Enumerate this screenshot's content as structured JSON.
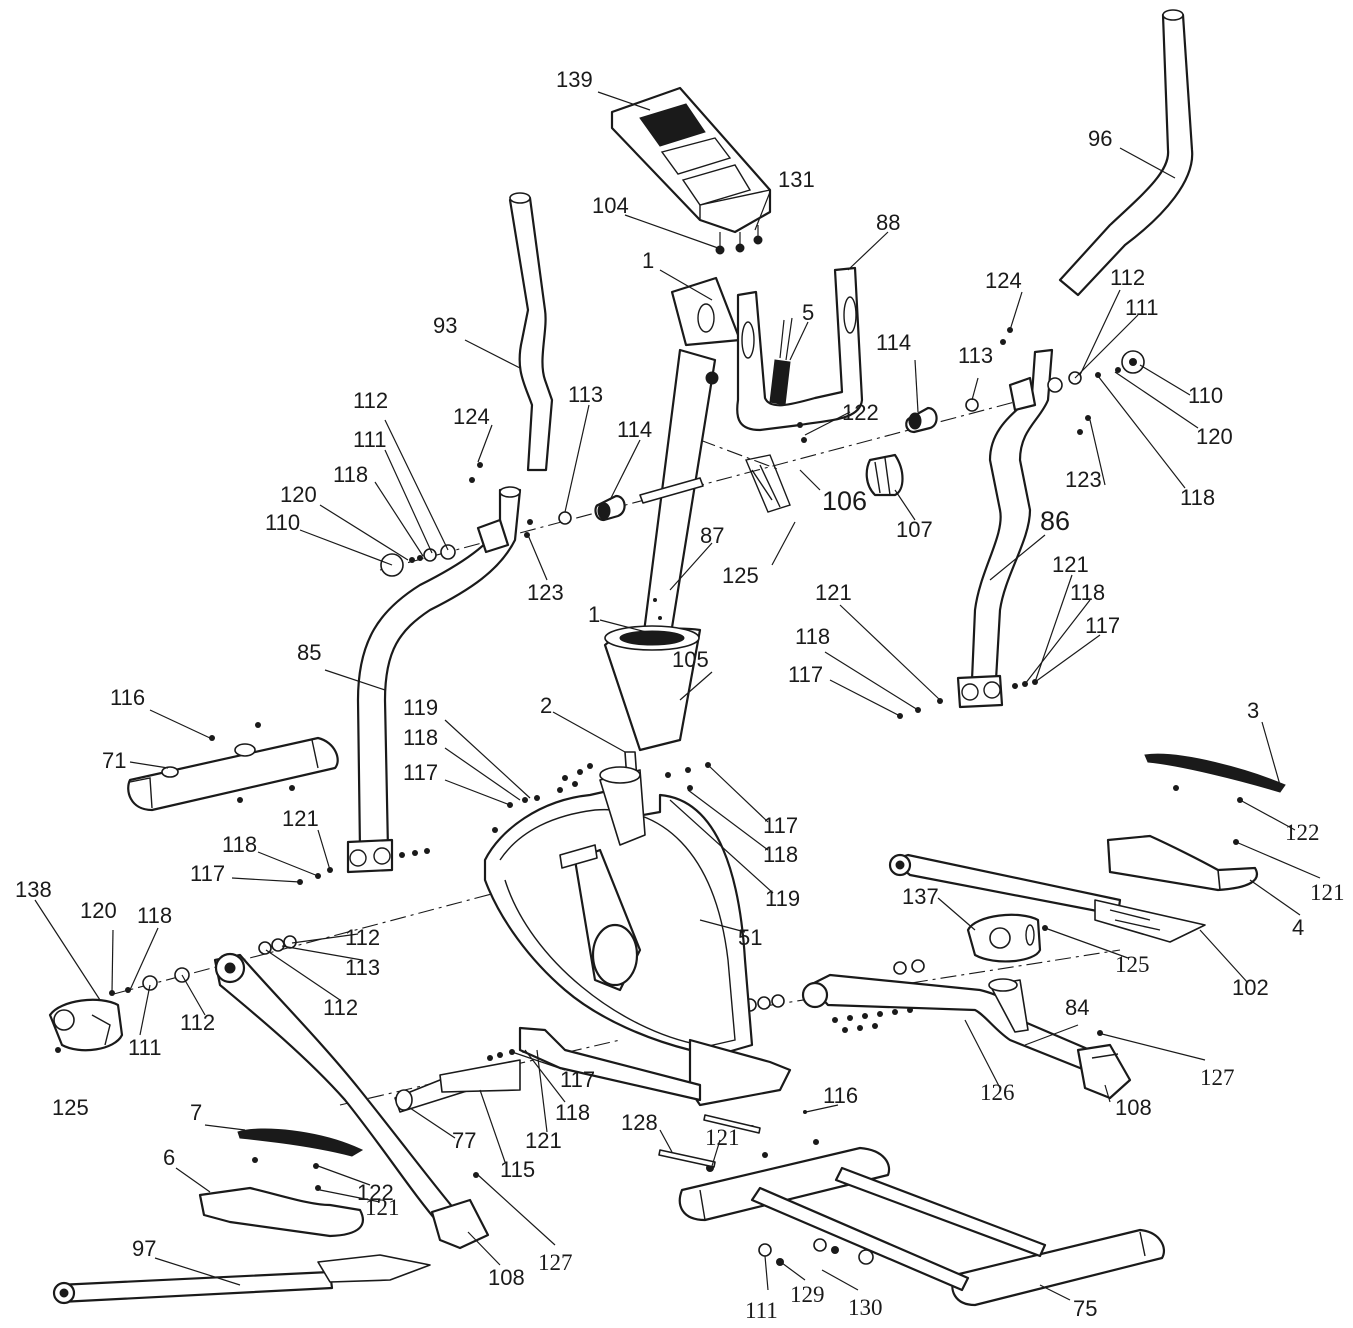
{
  "diagram": {
    "type": "exploded-parts-view",
    "labels": [
      {
        "id": "l139",
        "text": "139"
      },
      {
        "id": "l131",
        "text": "131"
      },
      {
        "id": "l104",
        "text": "104"
      },
      {
        "id": "l96",
        "text": "96"
      },
      {
        "id": "l88",
        "text": "88"
      },
      {
        "id": "l1a",
        "text": "1"
      },
      {
        "id": "l1b",
        "text": "1"
      },
      {
        "id": "l5",
        "text": "5"
      },
      {
        "id": "l124a",
        "text": "124"
      },
      {
        "id": "l124b",
        "text": "124"
      },
      {
        "id": "l112a",
        "text": "112"
      },
      {
        "id": "l111a",
        "text": "111"
      },
      {
        "id": "l93",
        "text": "93"
      },
      {
        "id": "l114a",
        "text": "114"
      },
      {
        "id": "l113a",
        "text": "113"
      },
      {
        "id": "l110a",
        "text": "110"
      },
      {
        "id": "l120a",
        "text": "120"
      },
      {
        "id": "l122a",
        "text": "122"
      },
      {
        "id": "l112b",
        "text": "112"
      },
      {
        "id": "l113b",
        "text": "113"
      },
      {
        "id": "l114b",
        "text": "114"
      },
      {
        "id": "l111b",
        "text": "111"
      },
      {
        "id": "l118a",
        "text": "118"
      },
      {
        "id": "l123a",
        "text": "123"
      },
      {
        "id": "l120b",
        "text": "120"
      },
      {
        "id": "l110b",
        "text": "110"
      },
      {
        "id": "l106",
        "text": "106"
      },
      {
        "id": "l107",
        "text": "107"
      },
      {
        "id": "l86",
        "text": "86"
      },
      {
        "id": "l118b",
        "text": "118"
      },
      {
        "id": "l123b",
        "text": "123"
      },
      {
        "id": "l87",
        "text": "87"
      },
      {
        "id": "l125a",
        "text": "125"
      },
      {
        "id": "l121a",
        "text": "121"
      },
      {
        "id": "l118c",
        "text": "118"
      },
      {
        "id": "l117a",
        "text": "117"
      },
      {
        "id": "l121b",
        "text": "121"
      },
      {
        "id": "l118d",
        "text": "118"
      },
      {
        "id": "l117b",
        "text": "117"
      },
      {
        "id": "l85",
        "text": "85"
      },
      {
        "id": "l105",
        "text": "105"
      },
      {
        "id": "l116a",
        "text": "116"
      },
      {
        "id": "l71",
        "text": "71"
      },
      {
        "id": "l119a",
        "text": "119"
      },
      {
        "id": "l2",
        "text": "2"
      },
      {
        "id": "l118e",
        "text": "118"
      },
      {
        "id": "l117c",
        "text": "117"
      },
      {
        "id": "l3",
        "text": "3"
      },
      {
        "id": "l117d",
        "text": "117"
      },
      {
        "id": "l118f",
        "text": "118"
      },
      {
        "id": "l119b",
        "text": "119"
      },
      {
        "id": "l122b",
        "text": "122"
      },
      {
        "id": "l121c",
        "text": "121"
      },
      {
        "id": "l121d",
        "text": "121"
      },
      {
        "id": "l118g",
        "text": "118"
      },
      {
        "id": "l117e",
        "text": "117"
      },
      {
        "id": "l138",
        "text": "138"
      },
      {
        "id": "l120c",
        "text": "120"
      },
      {
        "id": "l118h",
        "text": "118"
      },
      {
        "id": "l137",
        "text": "137"
      },
      {
        "id": "l4",
        "text": "4"
      },
      {
        "id": "l51",
        "text": "51"
      },
      {
        "id": "l112c",
        "text": "112"
      },
      {
        "id": "l113c",
        "text": "113"
      },
      {
        "id": "l125b",
        "text": "125"
      },
      {
        "id": "l102",
        "text": "102"
      },
      {
        "id": "l112d",
        "text": "112"
      },
      {
        "id": "l112e",
        "text": "112"
      },
      {
        "id": "l111c",
        "text": "111"
      },
      {
        "id": "l84",
        "text": "84"
      },
      {
        "id": "l125c",
        "text": "125"
      },
      {
        "id": "l127a",
        "text": "127"
      },
      {
        "id": "l126",
        "text": "126"
      },
      {
        "id": "l108a",
        "text": "108"
      },
      {
        "id": "l117f",
        "text": "117"
      },
      {
        "id": "l118i",
        "text": "118"
      },
      {
        "id": "l116b",
        "text": "116"
      },
      {
        "id": "l7",
        "text": "7"
      },
      {
        "id": "l77",
        "text": "77"
      },
      {
        "id": "l128",
        "text": "128"
      },
      {
        "id": "l121e",
        "text": "121"
      },
      {
        "id": "l121f",
        "text": "121"
      },
      {
        "id": "l115",
        "text": "115"
      },
      {
        "id": "l6",
        "text": "6"
      },
      {
        "id": "l122c",
        "text": "122"
      },
      {
        "id": "l121g",
        "text": "121"
      },
      {
        "id": "l127b",
        "text": "127"
      },
      {
        "id": "l97",
        "text": "97"
      },
      {
        "id": "l108b",
        "text": "108"
      },
      {
        "id": "l111d",
        "text": "111"
      },
      {
        "id": "l129",
        "text": "129"
      },
      {
        "id": "l130",
        "text": "130"
      },
      {
        "id": "l75",
        "text": "75"
      }
    ]
  }
}
